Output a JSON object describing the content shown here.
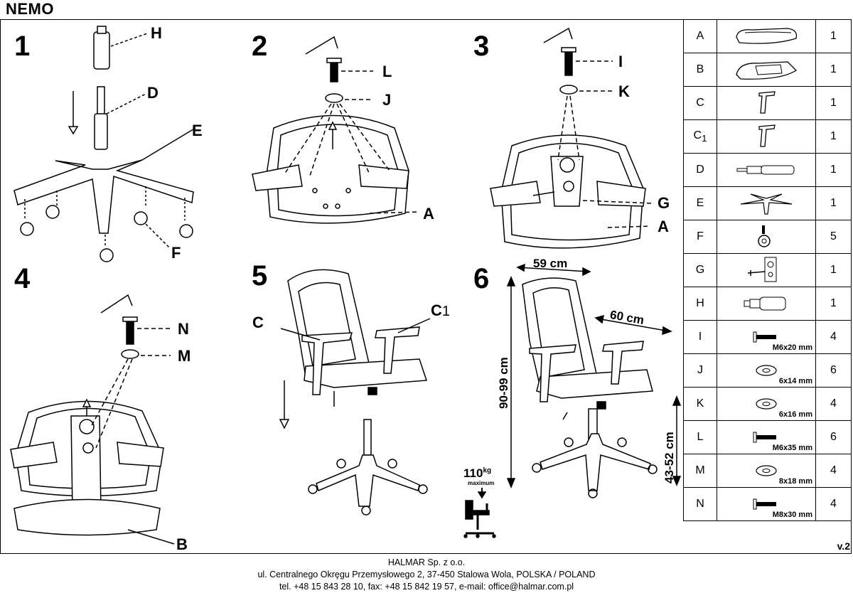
{
  "title": "NEMO",
  "steps": [
    "1",
    "2",
    "3",
    "4",
    "5",
    "6"
  ],
  "callouts": {
    "s1": [
      "H",
      "D",
      "E",
      "F"
    ],
    "s2": [
      "L",
      "J",
      "A"
    ],
    "s3": [
      "I",
      "K",
      "G",
      "A"
    ],
    "s4": [
      "N",
      "M",
      "B"
    ],
    "s5": [
      "C",
      "C",
      "1"
    ]
  },
  "dimensions": {
    "width": "59 cm",
    "depth": "60 cm",
    "height": "90-99 cm",
    "seat_height": "43-52 cm"
  },
  "max_load": {
    "value": "110",
    "unit": "kg",
    "label": "maximum"
  },
  "parts": [
    {
      "letter": "A",
      "sub": "",
      "qty": "1",
      "icon": "seat-icon",
      "spec": ""
    },
    {
      "letter": "B",
      "sub": "",
      "qty": "1",
      "icon": "seat-base-icon",
      "spec": ""
    },
    {
      "letter": "C",
      "sub": "",
      "qty": "1",
      "icon": "armrest-icon",
      "spec": ""
    },
    {
      "letter": "C",
      "sub": "1",
      "qty": "1",
      "icon": "armrest-icon",
      "spec": ""
    },
    {
      "letter": "D",
      "sub": "",
      "qty": "1",
      "icon": "gas-lift-icon",
      "spec": ""
    },
    {
      "letter": "E",
      "sub": "",
      "qty": "1",
      "icon": "star-base-icon",
      "spec": ""
    },
    {
      "letter": "F",
      "sub": "",
      "qty": "5",
      "icon": "caster-icon",
      "spec": ""
    },
    {
      "letter": "G",
      "sub": "",
      "qty": "1",
      "icon": "mechanism-icon",
      "spec": ""
    },
    {
      "letter": "H",
      "sub": "",
      "qty": "1",
      "icon": "gas-cover-icon",
      "spec": ""
    },
    {
      "letter": "I",
      "sub": "",
      "qty": "4",
      "icon": "bolt-icon",
      "spec": "M6x20 mm"
    },
    {
      "letter": "J",
      "sub": "",
      "qty": "6",
      "icon": "washer-icon",
      "spec": "6x14 mm"
    },
    {
      "letter": "K",
      "sub": "",
      "qty": "4",
      "icon": "washer-icon",
      "spec": "6x16 mm"
    },
    {
      "letter": "L",
      "sub": "",
      "qty": "6",
      "icon": "bolt-icon",
      "spec": "M6x35 mm"
    },
    {
      "letter": "M",
      "sub": "",
      "qty": "4",
      "icon": "washer-icon",
      "spec": "8x18 mm"
    },
    {
      "letter": "N",
      "sub": "",
      "qty": "4",
      "icon": "bolt-icon",
      "spec": "M8x30 mm"
    }
  ],
  "version": "v.2",
  "footer": {
    "company": "HALMAR Sp. z o.o.",
    "address": "ul. Centralnego Okręgu Przemysłowego 2, 37-450 Stalowa Wola, POLSKA / POLAND",
    "contact": "tel. +48 15 843 28 10, fax: +48 15 842 19 57, e-mail: office@halmar.com.pl"
  }
}
